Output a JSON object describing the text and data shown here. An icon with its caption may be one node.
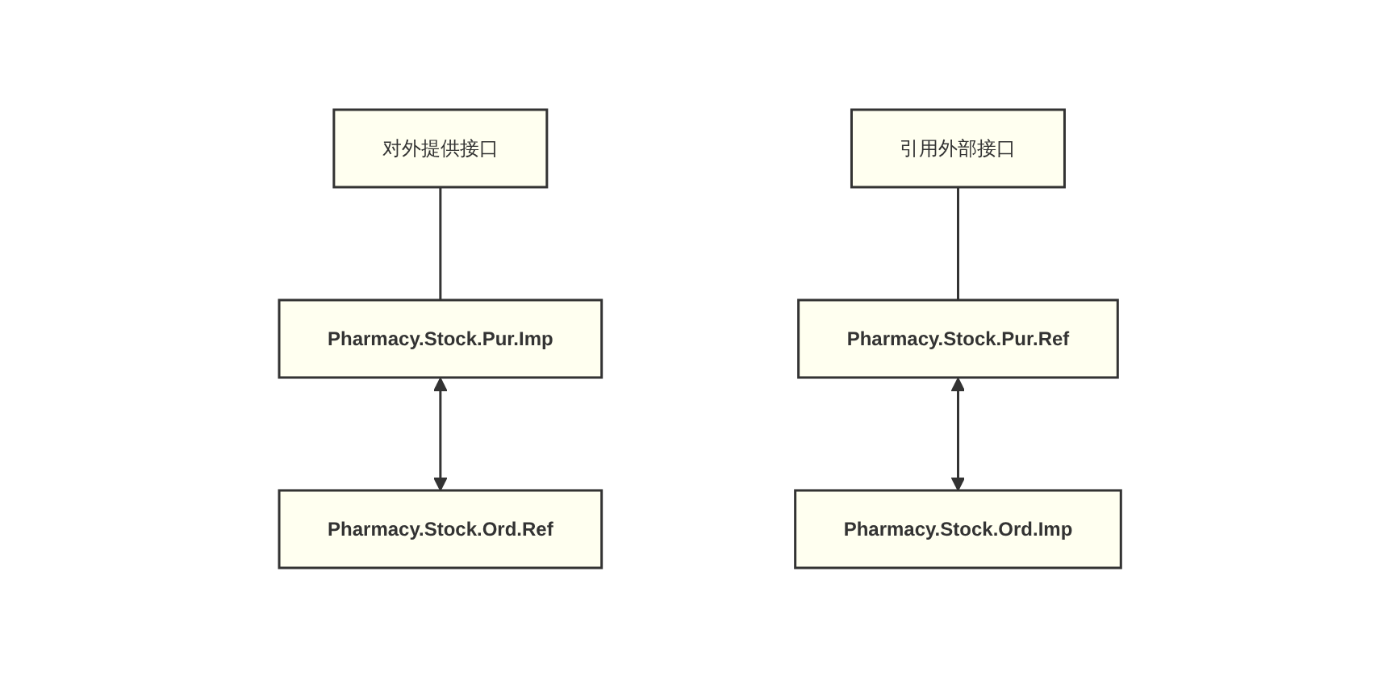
{
  "diagram": {
    "nodes": [
      {
        "text": [
          "对外提供接口"
        ]
      },
      {
        "text": [
          "引用外部接口"
        ]
      },
      {
        "text": [
          "Pharmacy.Stock.Pur.Imp"
        ]
      },
      {
        "text": [
          "Pharmacy.Stock.Pur.Ref"
        ]
      },
      {
        "text": [
          "Pharmacy.Stock.Ord.Imp"
        ]
      },
      {
        "text": [
          "Pharmacy.Stock.Ord.Ref"
        ]
      }
    ],
    "edges": [
      {
        "from": 0,
        "to": 2,
        "arrow": "none"
      },
      {
        "from": 1,
        "to": 3,
        "arrow": "none"
      },
      {
        "from": 2,
        "to": 5,
        "arrow": "both"
      },
      {
        "from": 3,
        "to": 4,
        "arrow": "both"
      }
    ]
  }
}
